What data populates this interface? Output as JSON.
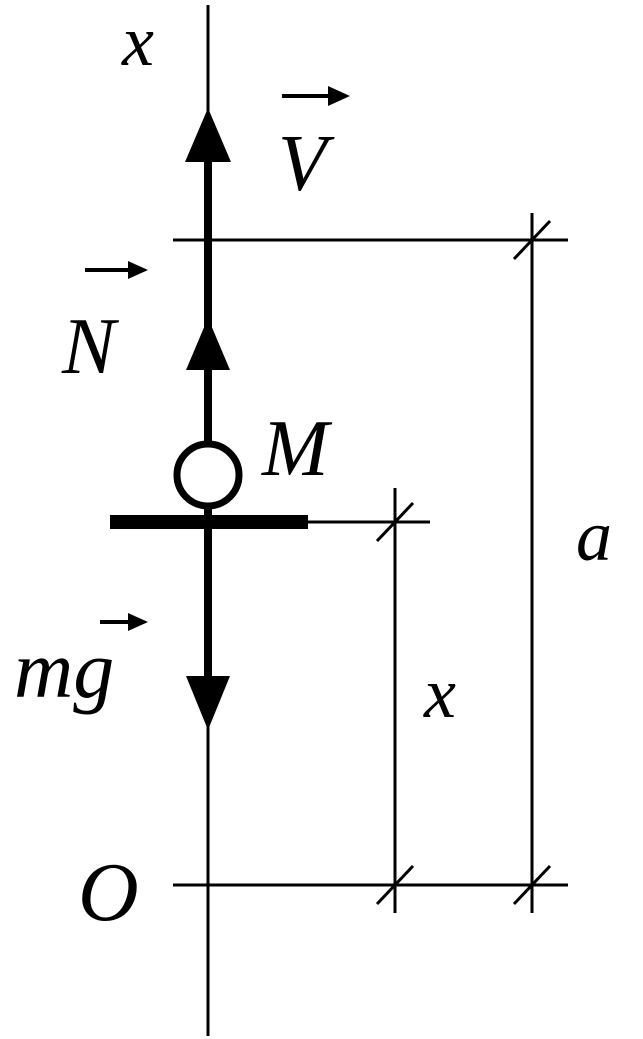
{
  "labels": {
    "axis_x": "x",
    "velocity": "V",
    "normal_force": "N",
    "point_mass": "M",
    "gravity_force": "mg",
    "distance_x": "x",
    "distance_a": "a",
    "origin": "O"
  },
  "colors": {
    "ink": "#000000",
    "background": "#ffffff"
  }
}
